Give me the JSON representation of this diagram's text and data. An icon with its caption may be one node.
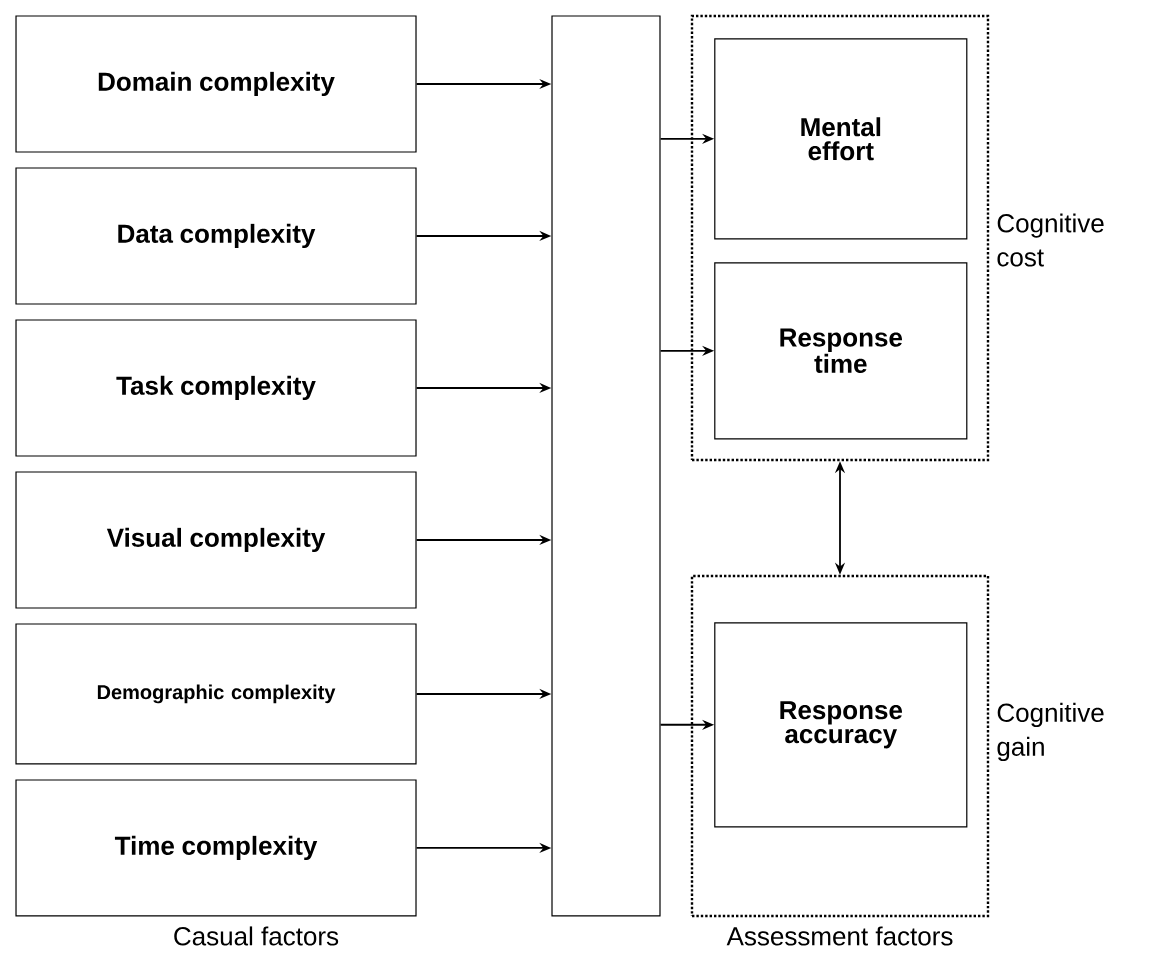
{
  "diagram": {
    "nodes": [
      {
        "text": [
          "Domain complexity"
        ]
      },
      {
        "text": [
          "Data complexity"
        ]
      },
      {
        "text": [
          "Task complexity"
        ]
      },
      {
        "text": [
          "Visual complexity"
        ]
      },
      {
        "text": [
          "Demographic complexity"
        ]
      },
      {
        "text": [
          "Time complexity"
        ]
      },
      {
        "text": [],
        "shape": "bar"
      },
      {
        "text": [],
        "shape": "box",
        "beside": [
          "Cognitive cost"
        ]
      },
      {
        "text": [
          "Mental effort"
        ],
        "in": 7
      },
      {
        "text": [
          "Response time"
        ],
        "in": 7
      },
      {
        "text": [],
        "shape": "box",
        "beside": [
          "Cognitive gain"
        ]
      },
      {
        "text": [
          "Response accuracy"
        ],
        "in": 10
      }
    ],
    "edges": [
      {
        "from": 0,
        "to": 6,
        "arrow": "to"
      },
      {
        "from": 1,
        "to": 6,
        "arrow": "to"
      },
      {
        "from": 2,
        "to": 6,
        "arrow": "to"
      },
      {
        "from": 3,
        "to": 6,
        "arrow": "to"
      },
      {
        "from": 4,
        "to": 6,
        "arrow": "to"
      },
      {
        "from": 5,
        "to": 6,
        "arrow": "to"
      },
      {
        "from": 6,
        "to": 8,
        "arrow": "to"
      },
      {
        "from": 6,
        "to": 9,
        "arrow": "to"
      },
      {
        "from": 6,
        "to": 11,
        "arrow": "to"
      },
      {
        "from": 7,
        "to": 10,
        "arrow": "both"
      }
    ],
    "labels": [
      "Casual factors",
      "Assessment factors"
    ]
  }
}
